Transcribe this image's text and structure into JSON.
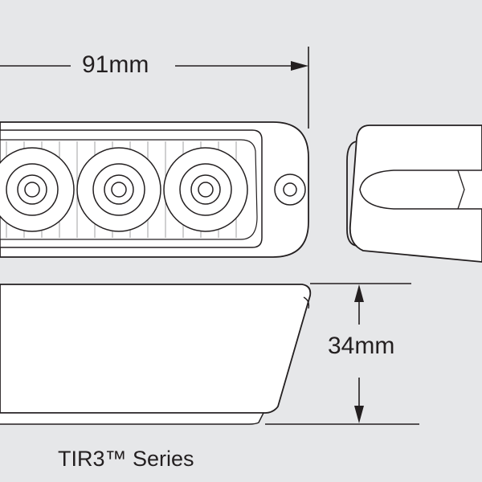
{
  "dimensions": {
    "width_label": "91mm",
    "height_label": "34mm"
  },
  "product": {
    "series_label": "TIR3™ Series"
  },
  "colors": {
    "background": "#e6e7e9",
    "outline": "#231f20",
    "lamp_fill": "#ffffff"
  }
}
